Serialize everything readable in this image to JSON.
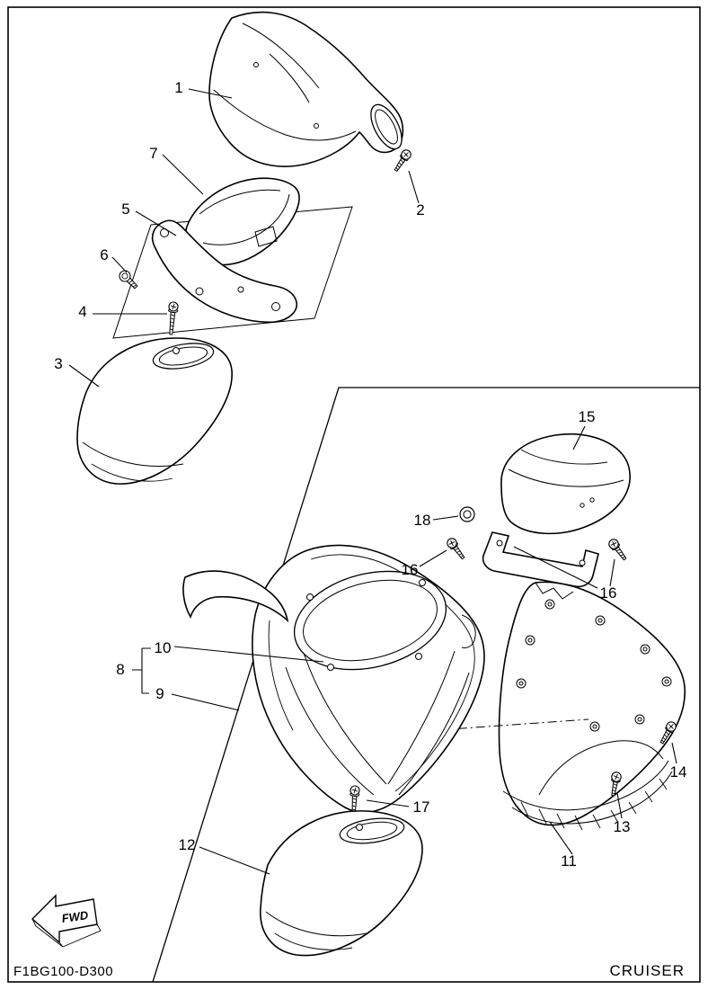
{
  "diagram": {
    "footer_code": "F1BG100-D300",
    "model_name": "CRUISER",
    "fwd_label": "FWD",
    "callouts": [
      {
        "label": "1"
      },
      {
        "label": "2"
      },
      {
        "label": "3"
      },
      {
        "label": "4"
      },
      {
        "label": "5"
      },
      {
        "label": "6"
      },
      {
        "label": "7"
      },
      {
        "label": "8"
      },
      {
        "label": "9"
      },
      {
        "label": "10"
      },
      {
        "label": "11"
      },
      {
        "label": "12"
      },
      {
        "label": "13"
      },
      {
        "label": "14"
      },
      {
        "label": "15"
      },
      {
        "label": "16"
      },
      {
        "label": "16"
      },
      {
        "label": "17"
      },
      {
        "label": "18"
      }
    ]
  }
}
